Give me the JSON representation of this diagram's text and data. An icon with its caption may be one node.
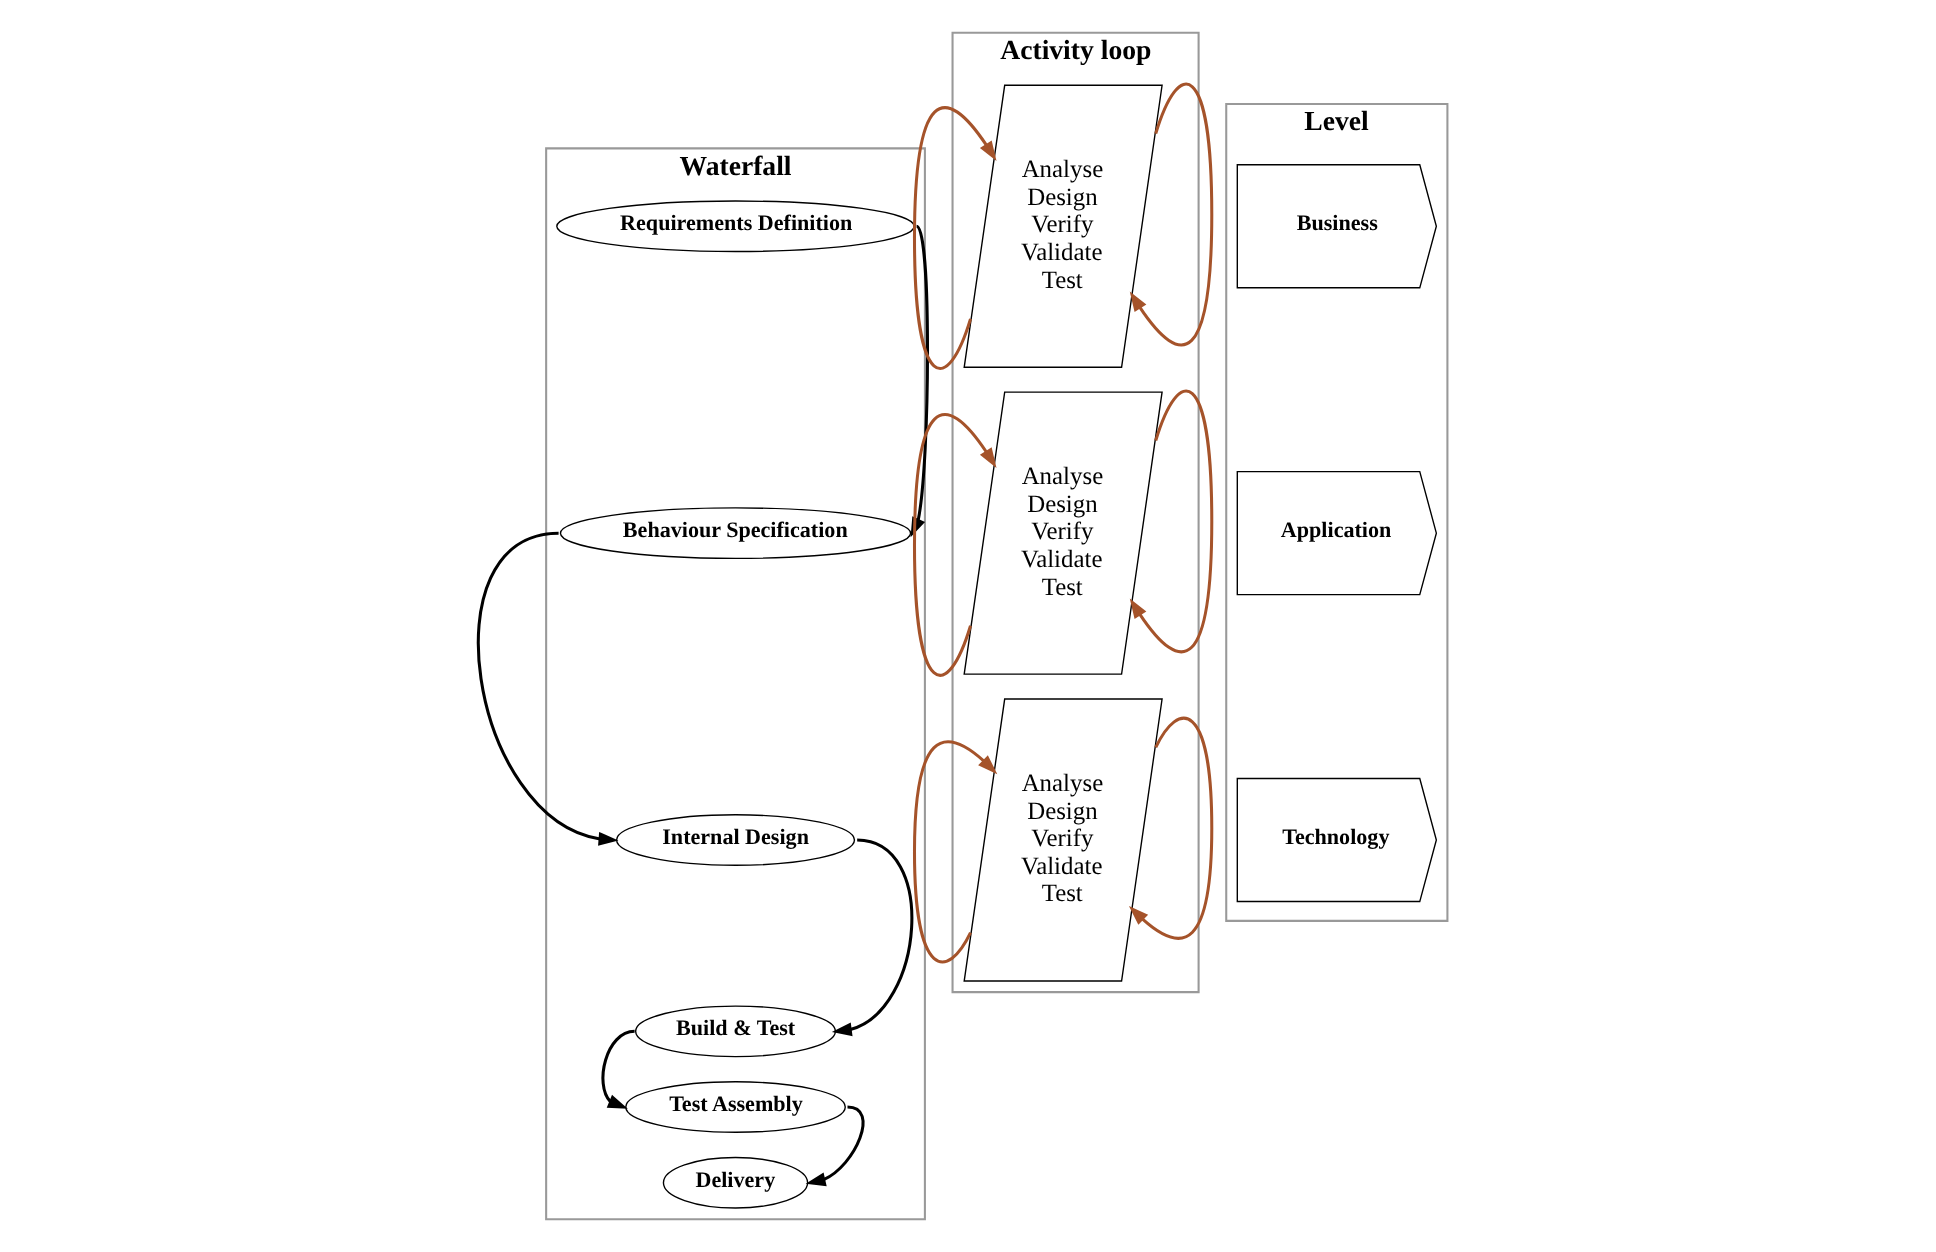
{
  "diagram": {
    "nodes": [
      {
        "text": [
          "Waterfall"
        ]
      },
      {
        "text": [
          "Requirements Definition"
        ],
        "in": 0
      },
      {
        "text": [
          "Behaviour Specification"
        ],
        "in": 0
      },
      {
        "text": [
          "Internal Design"
        ],
        "in": 0
      },
      {
        "text": [
          "Build & Test"
        ],
        "in": 0
      },
      {
        "text": [
          "Test Assembly"
        ],
        "in": 0
      },
      {
        "text": [
          "Delivery"
        ],
        "in": 0
      },
      {
        "text": [
          "Activity loop"
        ]
      },
      {
        "text": [
          "Analyse",
          "Design",
          "Verify",
          "Validate",
          "Test"
        ],
        "in": 7
      },
      {
        "text": [
          "Analyse",
          "Design",
          "Verify",
          "Validate",
          "Test"
        ],
        "in": 7
      },
      {
        "text": [
          "Analyse",
          "Design",
          "Verify",
          "Validate",
          "Test"
        ],
        "in": 7
      },
      {
        "text": [
          "Level"
        ]
      },
      {
        "text": [
          "Business"
        ],
        "in": 11
      },
      {
        "text": [
          "Application"
        ],
        "in": 11
      },
      {
        "text": [
          "Technology"
        ],
        "in": 11
      }
    ],
    "edges": [
      {
        "from": 1,
        "to": 2,
        "arrow": "to",
        "color": "#000000"
      },
      {
        "from": 2,
        "to": 3,
        "arrow": "to",
        "color": "#000000"
      },
      {
        "from": 3,
        "to": 4,
        "arrow": "to",
        "color": "#000000"
      },
      {
        "from": 4,
        "to": 5,
        "arrow": "to",
        "color": "#000000"
      },
      {
        "from": 5,
        "to": 6,
        "arrow": "to",
        "color": "#000000"
      },
      {
        "from": 8,
        "to": 8,
        "arrow": "to",
        "color": "#a5532a"
      },
      {
        "from": 8,
        "to": 8,
        "arrow": "to",
        "color": "#a5532a"
      },
      {
        "from": 9,
        "to": 9,
        "arrow": "to",
        "color": "#a5532a"
      },
      {
        "from": 9,
        "to": 9,
        "arrow": "to",
        "color": "#a5532a"
      },
      {
        "from": 10,
        "to": 10,
        "arrow": "to",
        "color": "#a5532a"
      },
      {
        "from": 10,
        "to": 10,
        "arrow": "to",
        "color": "#a5532a"
      }
    ]
  }
}
